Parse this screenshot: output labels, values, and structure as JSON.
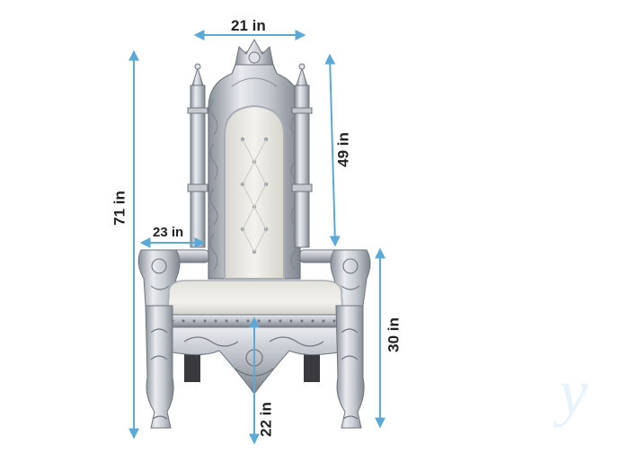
{
  "dimensions": {
    "width_top": "21 in",
    "back_height": "49 in",
    "total_height": "71 in",
    "arm_depth": "23 in",
    "seat_height": "30 in",
    "seat_front": "22 in"
  },
  "colors": {
    "arrow": "#5aa9d6",
    "silver_light": "#e6e8ec",
    "silver_mid": "#b9bec6",
    "silver_dark": "#7d848e",
    "cushion": "#efeeea",
    "cushion_shadow": "#d6d4cd",
    "watermark": "#bfe0f2"
  }
}
